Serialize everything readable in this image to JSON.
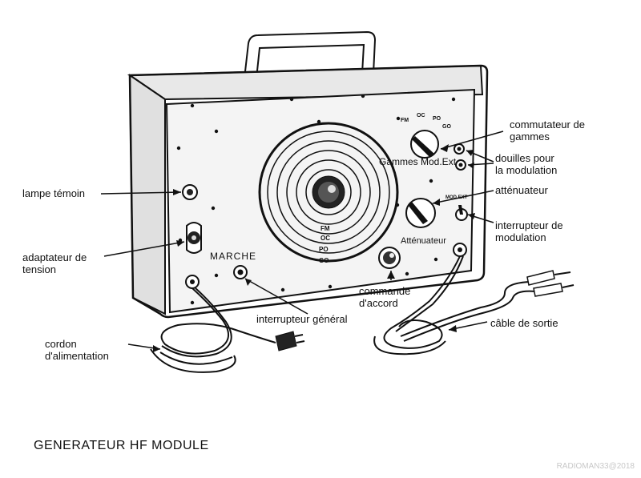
{
  "title": "GENERATEUR HF MODULE",
  "watermark": "RADIOMAN33@2018",
  "panel_text": {
    "marche": "MARCHE",
    "gammes_mod_ext": "Gammes Mod.Ext",
    "attenuateur": "Atténuateur",
    "bands": [
      "FM",
      "OC",
      "PO",
      "GO"
    ],
    "mod_ext": "MOD EXT"
  },
  "labels": {
    "commutateur": "commutateur de\ngammes",
    "douilles": "douilles pour\nla modulation",
    "attenuateur": "atténuateur",
    "interrupteur_modulation": "interrupteur de\nmodulation",
    "lampe_temoin": "lampe témoin",
    "adaptateur": "adaptateur de\ntension",
    "commande_accord": "commande\nd'accord",
    "interrupteur_general": "interrupteur général",
    "cable_sortie": "câble de sortie",
    "cordon": "cordon\nd'alimentation"
  },
  "colors": {
    "ink": "#111111",
    "paper": "#ffffff",
    "panel": "#f4f4f4"
  }
}
